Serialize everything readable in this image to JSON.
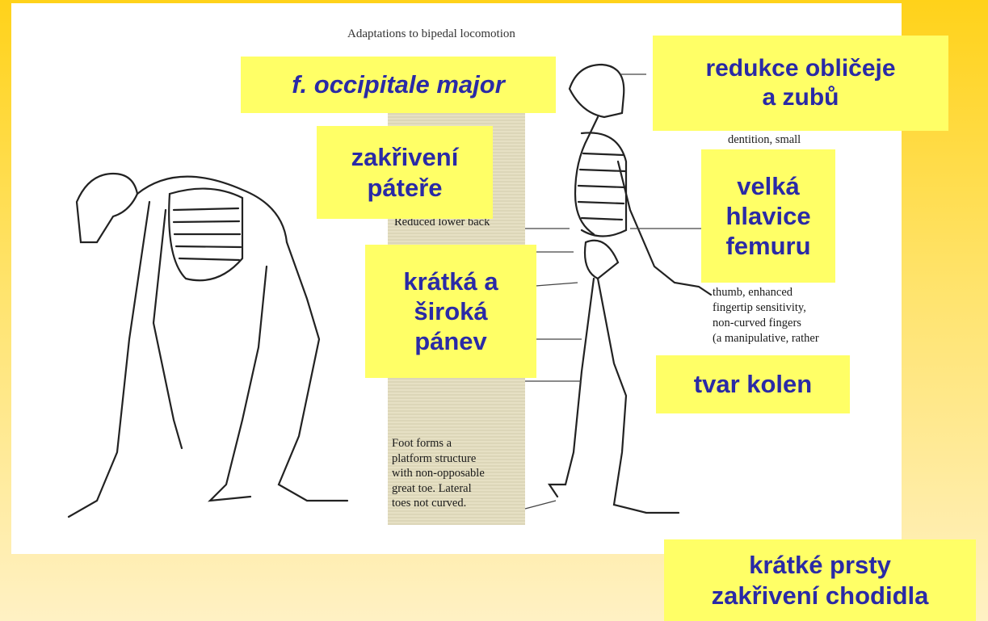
{
  "scan": {
    "title": "Adaptations to bipedal locomotion",
    "text_lower_back": "Reduced lower back",
    "text_foot": "Foot forms a\nplatform structure\nwith non-opposable\ngreat toe. Lateral\ntoes not curved.",
    "text_dentition": "dentition, small",
    "text_thumb": "thumb, enhanced\nfingertip sensitivity,\nnon-curved fingers\n(a manipulative, rather"
  },
  "labels": {
    "occipitale": "f. occipitale major",
    "face": "redukce obličeje\na zubů",
    "spine": "zakřivení\npáteře",
    "femur": "velká\nhlavice\nfemuru",
    "pelvis": "krátká a\nširoká\npánev",
    "knee": "tvar kolen",
    "toes": "krátké prsty\nzakřivení chodidla"
  },
  "colors": {
    "background_top": "#ffd21a",
    "label_fill": "#ffff66",
    "label_text": "#2a2aa6"
  }
}
